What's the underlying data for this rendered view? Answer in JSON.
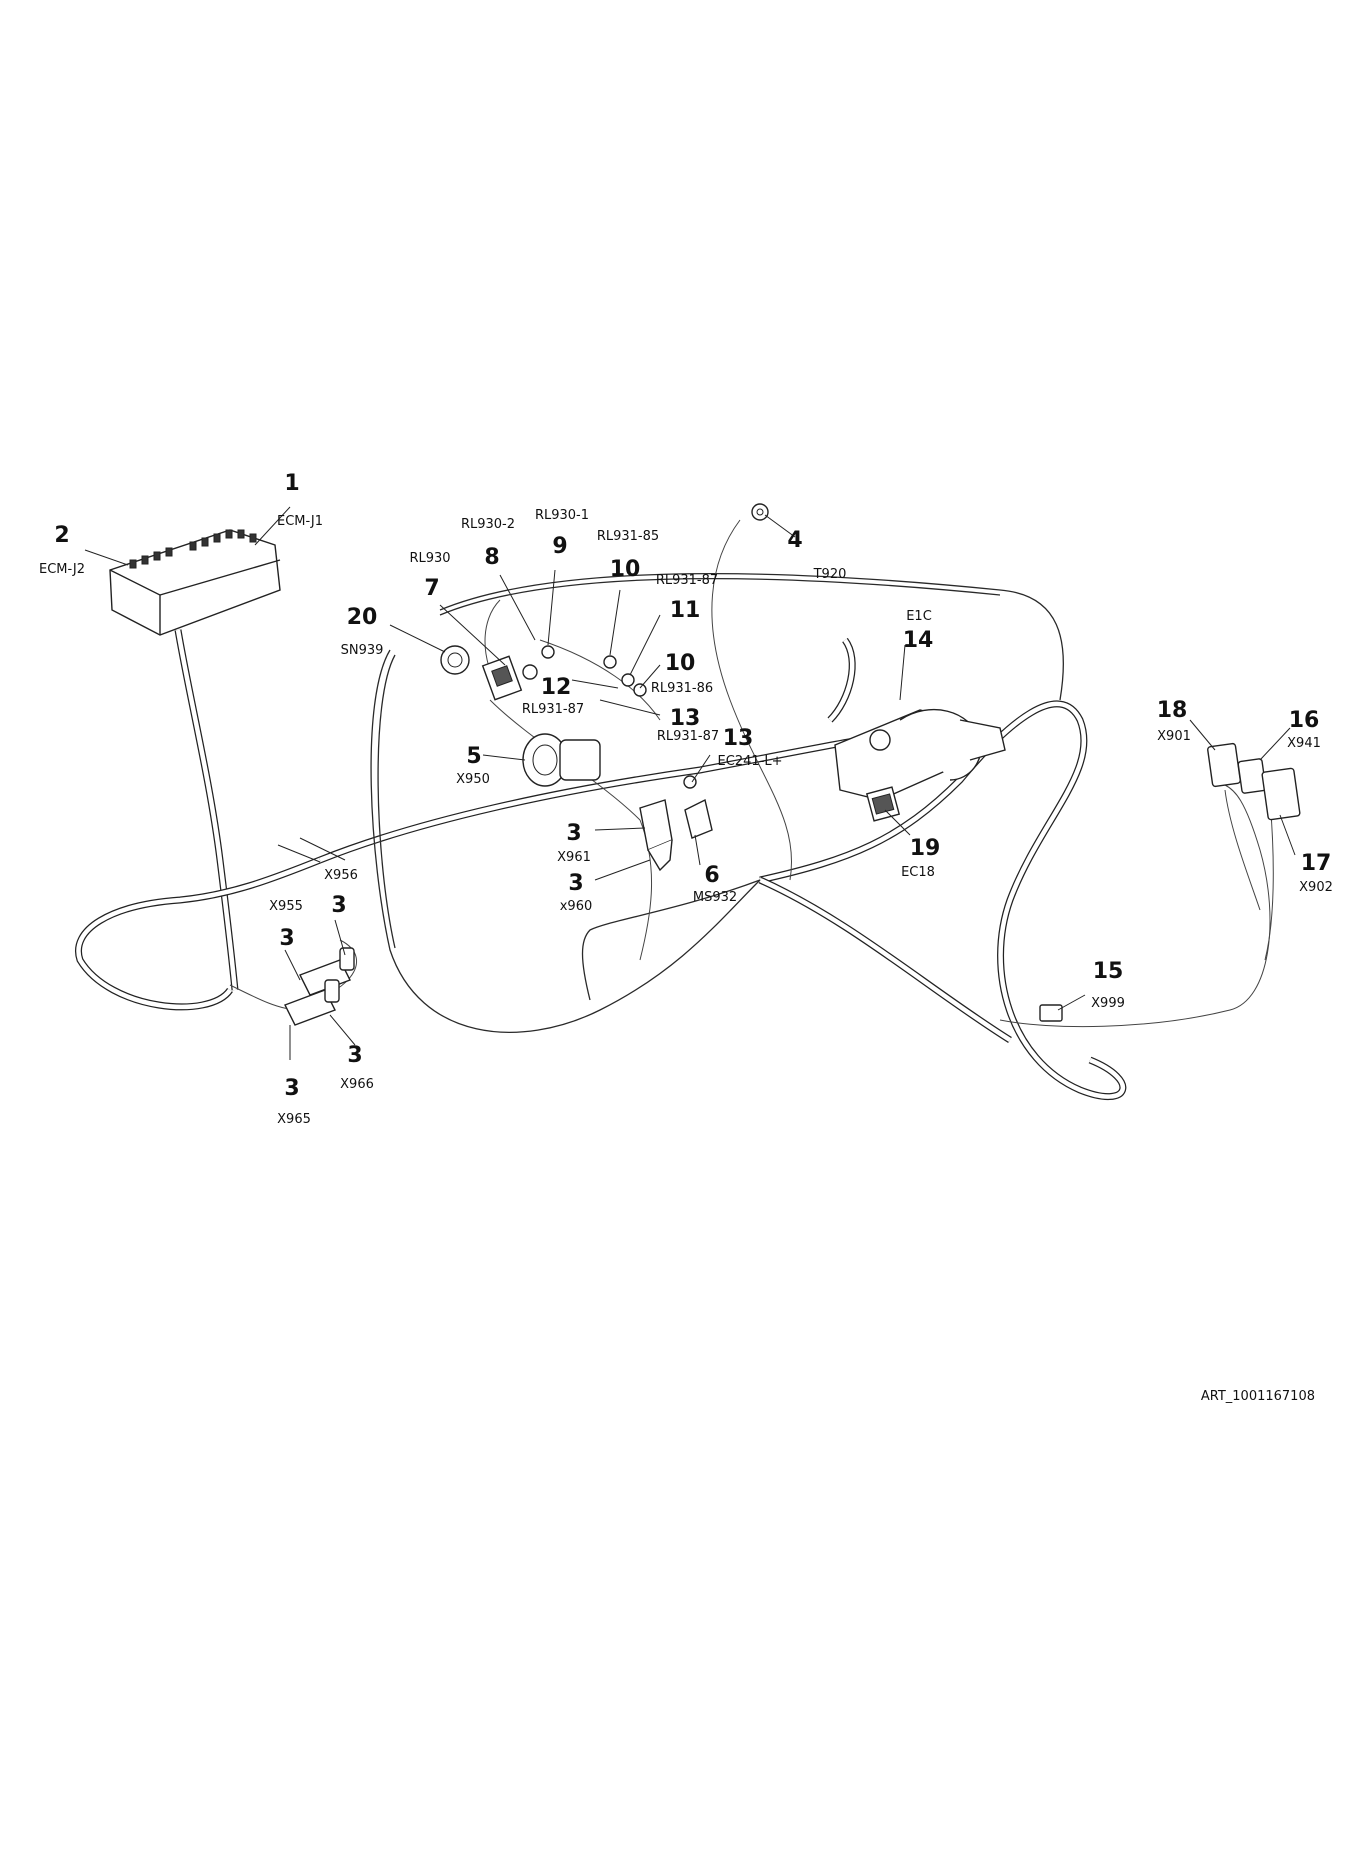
{
  "callouts": [
    {
      "id": "c1",
      "number": "1",
      "label": "ECM-J1"
    },
    {
      "id": "c2",
      "number": "2",
      "label": "ECM-J2"
    },
    {
      "id": "c4",
      "number": "4",
      "label": "T920"
    },
    {
      "id": "c7",
      "number": "7",
      "label": "RL930"
    },
    {
      "id": "c8",
      "number": "8",
      "label": "RL930-2"
    },
    {
      "id": "c9",
      "number": "9",
      "label": "RL930-1"
    },
    {
      "id": "c10a",
      "number": "10",
      "label": "RL931-85"
    },
    {
      "id": "c11",
      "number": "11",
      "label": "RL931-87"
    },
    {
      "id": "c10b",
      "number": "10",
      "label": "RL931-86"
    },
    {
      "id": "c12",
      "number": "12",
      "label": "RL931-87"
    },
    {
      "id": "c13a",
      "number": "13",
      "label": "RL931-87"
    },
    {
      "id": "c20",
      "number": "20",
      "label": "SN939"
    },
    {
      "id": "c5",
      "number": "5",
      "label": "X950"
    },
    {
      "id": "c13b",
      "number": "13",
      "label": "EC241-L+"
    },
    {
      "id": "c14",
      "number": "14",
      "label": "E1C"
    },
    {
      "id": "c3a",
      "number": "3",
      "label": "X961"
    },
    {
      "id": "c3b",
      "number": "3",
      "label": "x960"
    },
    {
      "id": "c6",
      "number": "6",
      "label": "MS932"
    },
    {
      "id": "c19",
      "number": "19",
      "label": "EC18"
    },
    {
      "id": "c18",
      "number": "18",
      "label": "X901"
    },
    {
      "id": "c16",
      "number": "16",
      "label": "X941"
    },
    {
      "id": "c17",
      "number": "17",
      "label": "X902"
    },
    {
      "id": "c15",
      "number": "15",
      "label": "X999"
    },
    {
      "id": "c3c",
      "number": "3",
      "label": "X955"
    },
    {
      "id": "c3d",
      "number": "3",
      "label": ""
    },
    {
      "id": "c3e",
      "number": "3",
      "label": "X966"
    },
    {
      "id": "c3f",
      "number": "3",
      "label": "X965"
    }
  ],
  "extra_labels": {
    "x956": "X956"
  },
  "footer": {
    "art_id": "ART_1001167108"
  }
}
